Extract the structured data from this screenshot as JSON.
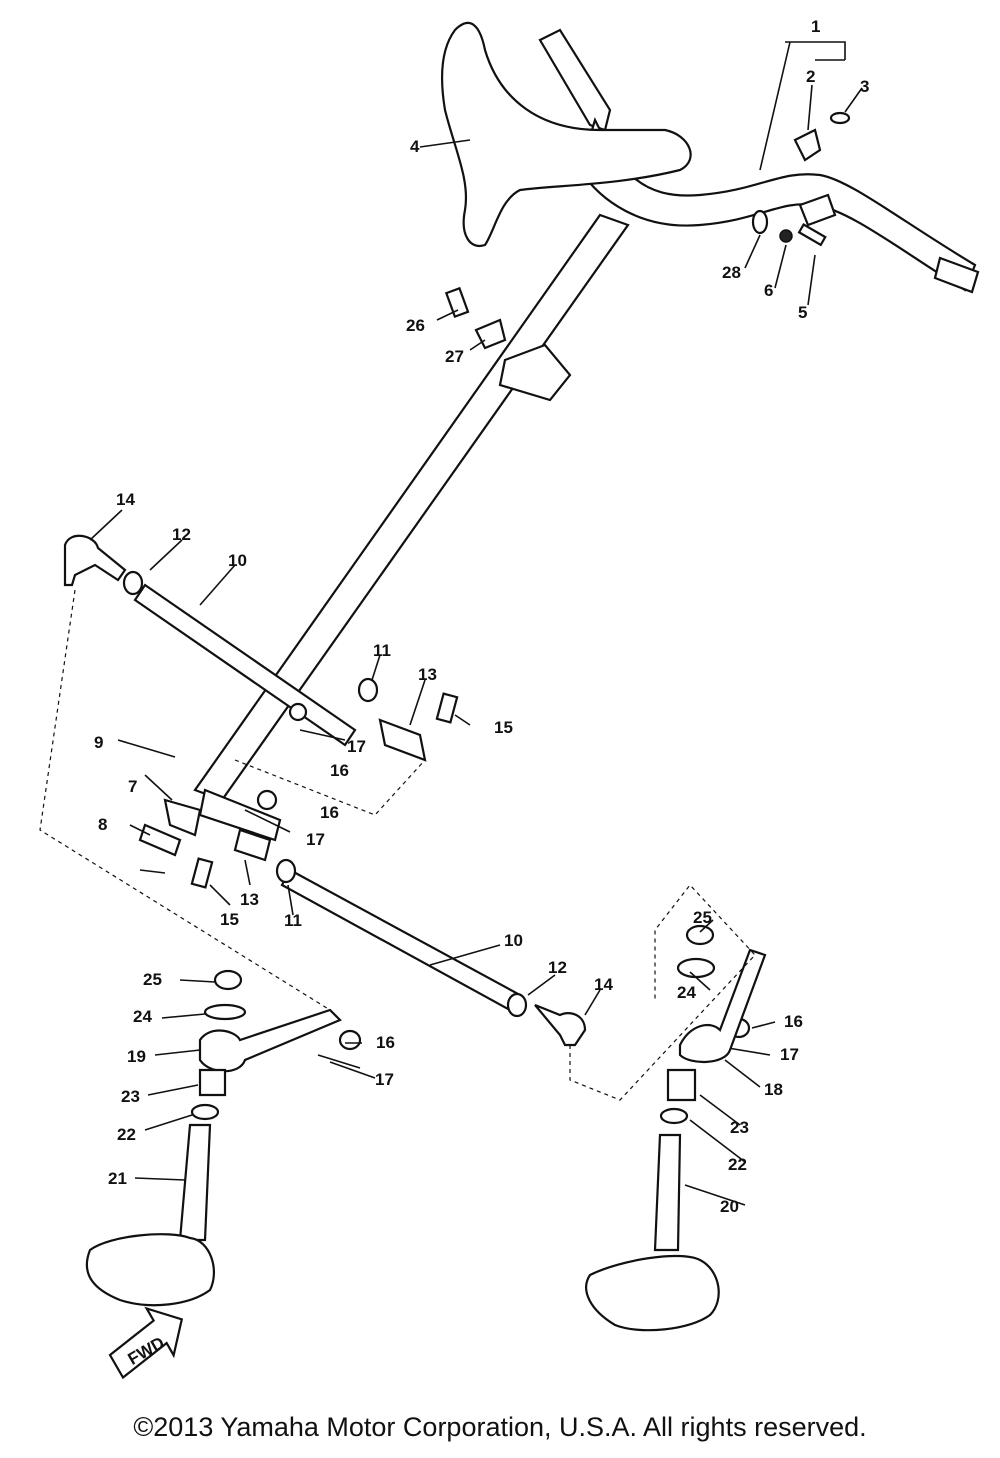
{
  "labels": {
    "p1": "1",
    "p2": "2",
    "p3": "3",
    "p4": "4",
    "p5": "5",
    "p6": "6",
    "p7": "7",
    "p8": "8",
    "p9": "9",
    "p10a": "10",
    "p10b": "10",
    "p11a": "11",
    "p11b": "11",
    "p12a": "12",
    "p12b": "12",
    "p13a": "13",
    "p13b": "13",
    "p14a": "14",
    "p14b": "14",
    "p15a": "15",
    "p15b": "15",
    "p16a": "16",
    "p16b": "16",
    "p16c": "16",
    "p16d": "16",
    "p17a": "17",
    "p17b": "17",
    "p17c": "17",
    "p17d": "17",
    "p18": "18",
    "p19": "19",
    "p20": "20",
    "p21": "21",
    "p22a": "22",
    "p22b": "22",
    "p23a": "23",
    "p23b": "23",
    "p24a": "24",
    "p24b": "24",
    "p25a": "25",
    "p25b": "25",
    "p26": "26",
    "p27": "27",
    "p28": "28"
  },
  "fwd_mark": "FWD",
  "copyright": "©2013 Yamaha Motor Corporation, U.S.A. All rights reserved."
}
